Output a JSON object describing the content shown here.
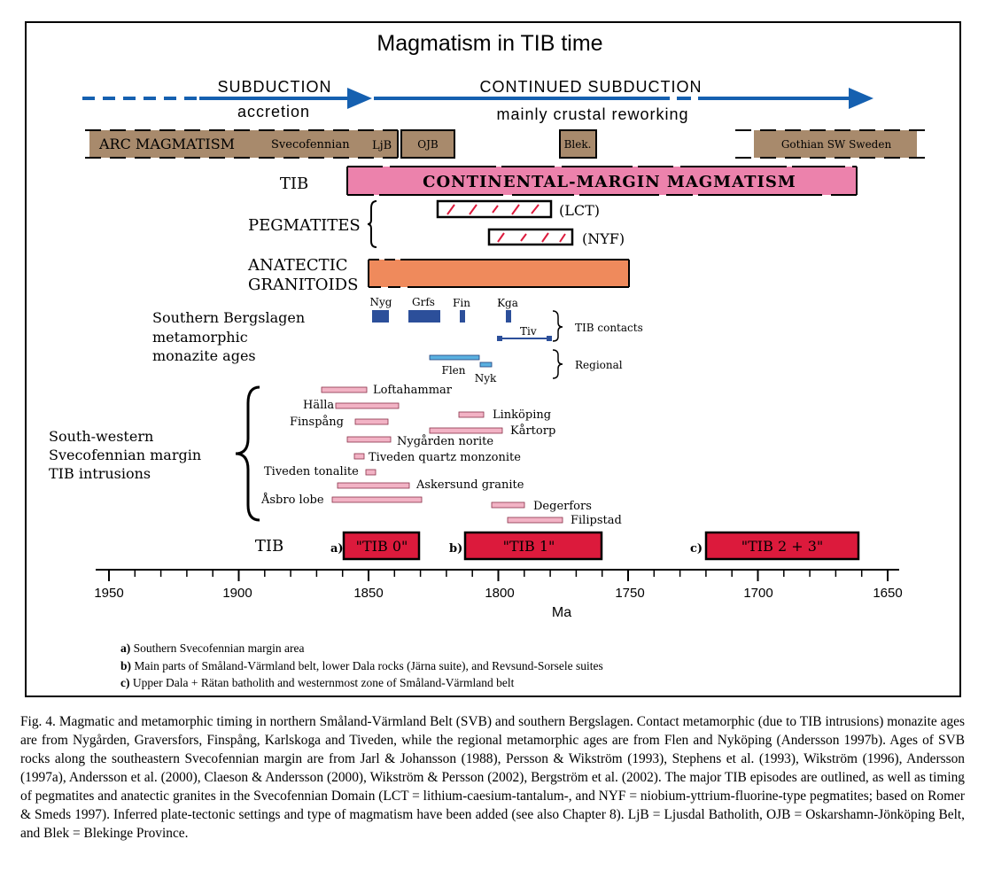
{
  "title": "Magmatism in TIB time",
  "arrows": {
    "subduction": "SUBDUCTION",
    "accretion": "accretion",
    "continued": "CONTINUED SUBDUCTION",
    "reworking": "mainly crustal reworking"
  },
  "belts": {
    "arc": "ARC  MAGMATISM",
    "svecofennian": "Svecofennian",
    "ljb": "LjB",
    "ojb": "OJB",
    "blek": "Blek.",
    "gothian": "Gothian SW Sweden"
  },
  "tib_label": "TIB",
  "continental": "CONTINENTAL-MARGIN  MAGMATISM",
  "pegmatites": {
    "label": "PEGMATITES",
    "lct": "(LCT)",
    "nyf": "(NYF)"
  },
  "anatectic": {
    "line1": "ANATECTIC",
    "line2": "GRANITOIDS"
  },
  "bergslagen": {
    "line1": "Southern Bergslagen",
    "line2": "metamorphic",
    "line3": "monazite ages",
    "nyg": "Nyg",
    "grfs": "Grfs",
    "fin": "Fin",
    "kga": "Kga",
    "tiv": "Tiv",
    "flen": "Flen",
    "nyk": "Nyk",
    "contacts": "TIB contacts",
    "regional": "Regional"
  },
  "intrusions": {
    "line1": "South-western",
    "line2": "Svecofennian margin",
    "line3": "TIB intrusions",
    "items": [
      "Loftahammar",
      "Hälla",
      "Finspång",
      "Linköping",
      "Kårtorp",
      "Nygården norite",
      "Tiveden quartz monzonite",
      "Tiveden tonalite",
      "Askersund granite",
      "Åsbro lobe",
      "Degerfors",
      "Filipstad"
    ]
  },
  "tib_episodes": {
    "label": "TIB",
    "a": "a)",
    "tib0": "\"TIB 0\"",
    "b": "b)",
    "tib1": "\"TIB 1\"",
    "c": "c)",
    "tib23": "\"TIB 2 + 3\""
  },
  "axis": {
    "ticks": [
      "1950",
      "1900",
      "1850",
      "1800",
      "1750",
      "1700",
      "1650"
    ],
    "label": "Ma"
  },
  "notes": {
    "a_key": "a)",
    "a_text": " Southern Svecofennian margin area",
    "b_key": "b)",
    "b_text": " Main parts of Småland-Värmland belt, lower Dala rocks (Järna suite), and Revsund-Sorsele suites",
    "c_key": "c)",
    "c_text": " Upper Dala + Rätan batholith and westernmost zone of Småland-Värmland belt"
  },
  "caption": "Fig. 4. Magmatic and metamorphic timing in northern Småland-Värmland Belt (SVB) and southern Bergslagen. Contact metamorphic (due to TIB intrusions) monazite ages are from Nygården, Graversfors, Finspång, Karlskoga and Tiveden, while the regional metamorphic ages are from Flen and Nyköping (Andersson 1997b). Ages of SVB rocks along the southeastern Svecofennian margin are from Jarl & Johansson (1988), Persson & Wikström (1993), Stephens et al. (1993), Wikström (1996), Andersson (1997a), Andersson et al. (2000), Claeson & Andersson (2000), Wikström & Persson (2002), Bergström et al. (2002). The major TIB episodes are outlined, as well as timing of pegmatites and anatectic granites in the Svecofennian Domain (LCT = lithium-caesium-tantalum-, and NYF = niobium-yttrium-fluorine-type pegmatites; based on Romer & Smeds 1997). Inferred plate-tectonic settings and type of magmatism have been added (see also Chapter 8). LjB = Ljusdal Batholith, OJB = Oskarshamn-Jönköping Belt, and Blek = Blekinge Province.",
  "colors": {
    "arrow": "#1560b0",
    "belt": "#a88a6c",
    "continental": "#ec82ac",
    "anatectic": "#ef8a5c",
    "monazite_contact": "#2c4f9a",
    "monazite_regional": "#5ab0e0",
    "intrusion": "#f2b3c5",
    "tib_red": "#dc1a3c"
  }
}
